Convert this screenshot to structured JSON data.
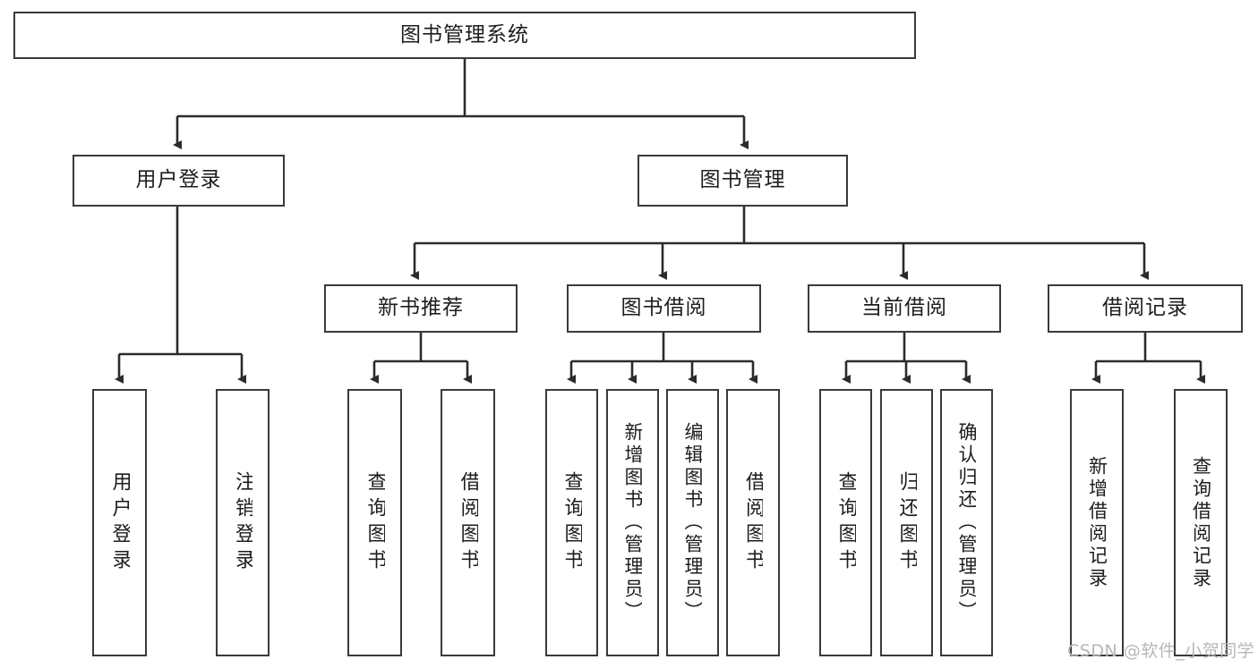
{
  "diagram": {
    "title": "图书管理系统",
    "type": "tree-hierarchy-diagram",
    "colors": {
      "box_border": "#3a3a3a",
      "box_fill": "#ffffff",
      "connector": "#2b2b2b",
      "text": "#1d1d1d",
      "watermark": "#b7b7b7",
      "background": "#ffffff"
    },
    "root": {
      "label": "图书管理系统"
    },
    "level1": [
      {
        "label": "用户登录"
      },
      {
        "label": "图书管理"
      }
    ],
    "level2": [
      {
        "label": "新书推荐"
      },
      {
        "label": "图书借阅"
      },
      {
        "label": "当前借阅"
      },
      {
        "label": "借阅记录"
      }
    ],
    "leaves": {
      "user_login": [
        {
          "label": "用户登录"
        },
        {
          "label": "注销登录"
        }
      ],
      "new_book_recommend": [
        {
          "label": "查询图书"
        },
        {
          "label": "借阅图书"
        }
      ],
      "book_borrow": [
        {
          "label": "查询图书"
        },
        {
          "label": "新增图书（管理员）"
        },
        {
          "label": "编辑图书（管理员）"
        },
        {
          "label": "借阅图书"
        }
      ],
      "current_borrow": [
        {
          "label": "查询图书"
        },
        {
          "label": "归还图书"
        },
        {
          "label": "确认归还（管理员）"
        }
      ],
      "borrow_record": [
        {
          "label": "新增借阅记录"
        },
        {
          "label": "查询借阅记录"
        }
      ]
    },
    "watermark": "CSDN @软件_小贺同学"
  }
}
